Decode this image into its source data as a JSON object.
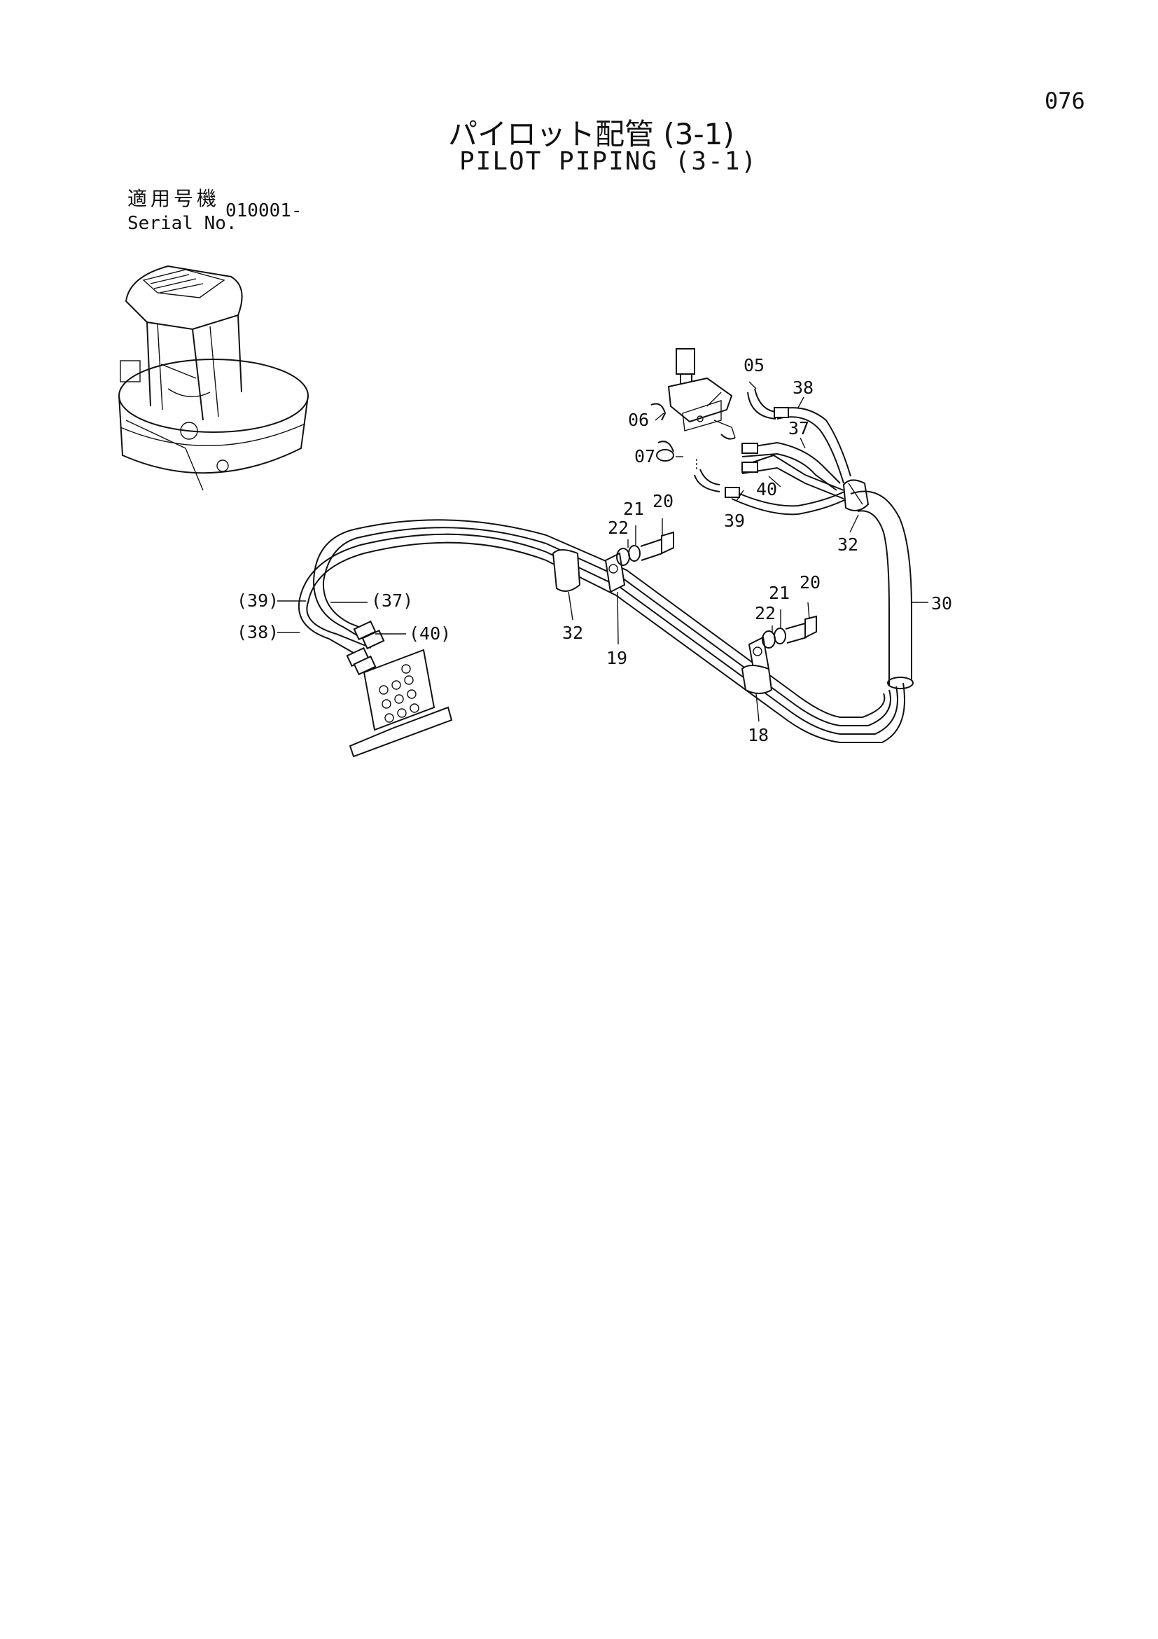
{
  "header": {
    "page_number": "076",
    "title_jp": "パイロット配管 (3-1)",
    "title_en": "PILOT PIPING (3-1)",
    "serial_label_jp": "適用号機",
    "serial_label_en": "Serial No.",
    "serial_value": "010001-"
  },
  "callouts": {
    "c05": "05",
    "c06": "06",
    "c07": "07",
    "c38": "38",
    "c37": "37",
    "c40": "40",
    "c39": "39",
    "c32a": "32",
    "c32b": "32",
    "c30": "30",
    "c21a": "21",
    "c20a": "20",
    "c22a": "22",
    "c21b": "21",
    "c20b": "20",
    "c22b": "22",
    "c19": "19",
    "c18": "18",
    "p39": "(39)",
    "p37": "(37)",
    "p38": "(38)",
    "p40": "(40)"
  }
}
